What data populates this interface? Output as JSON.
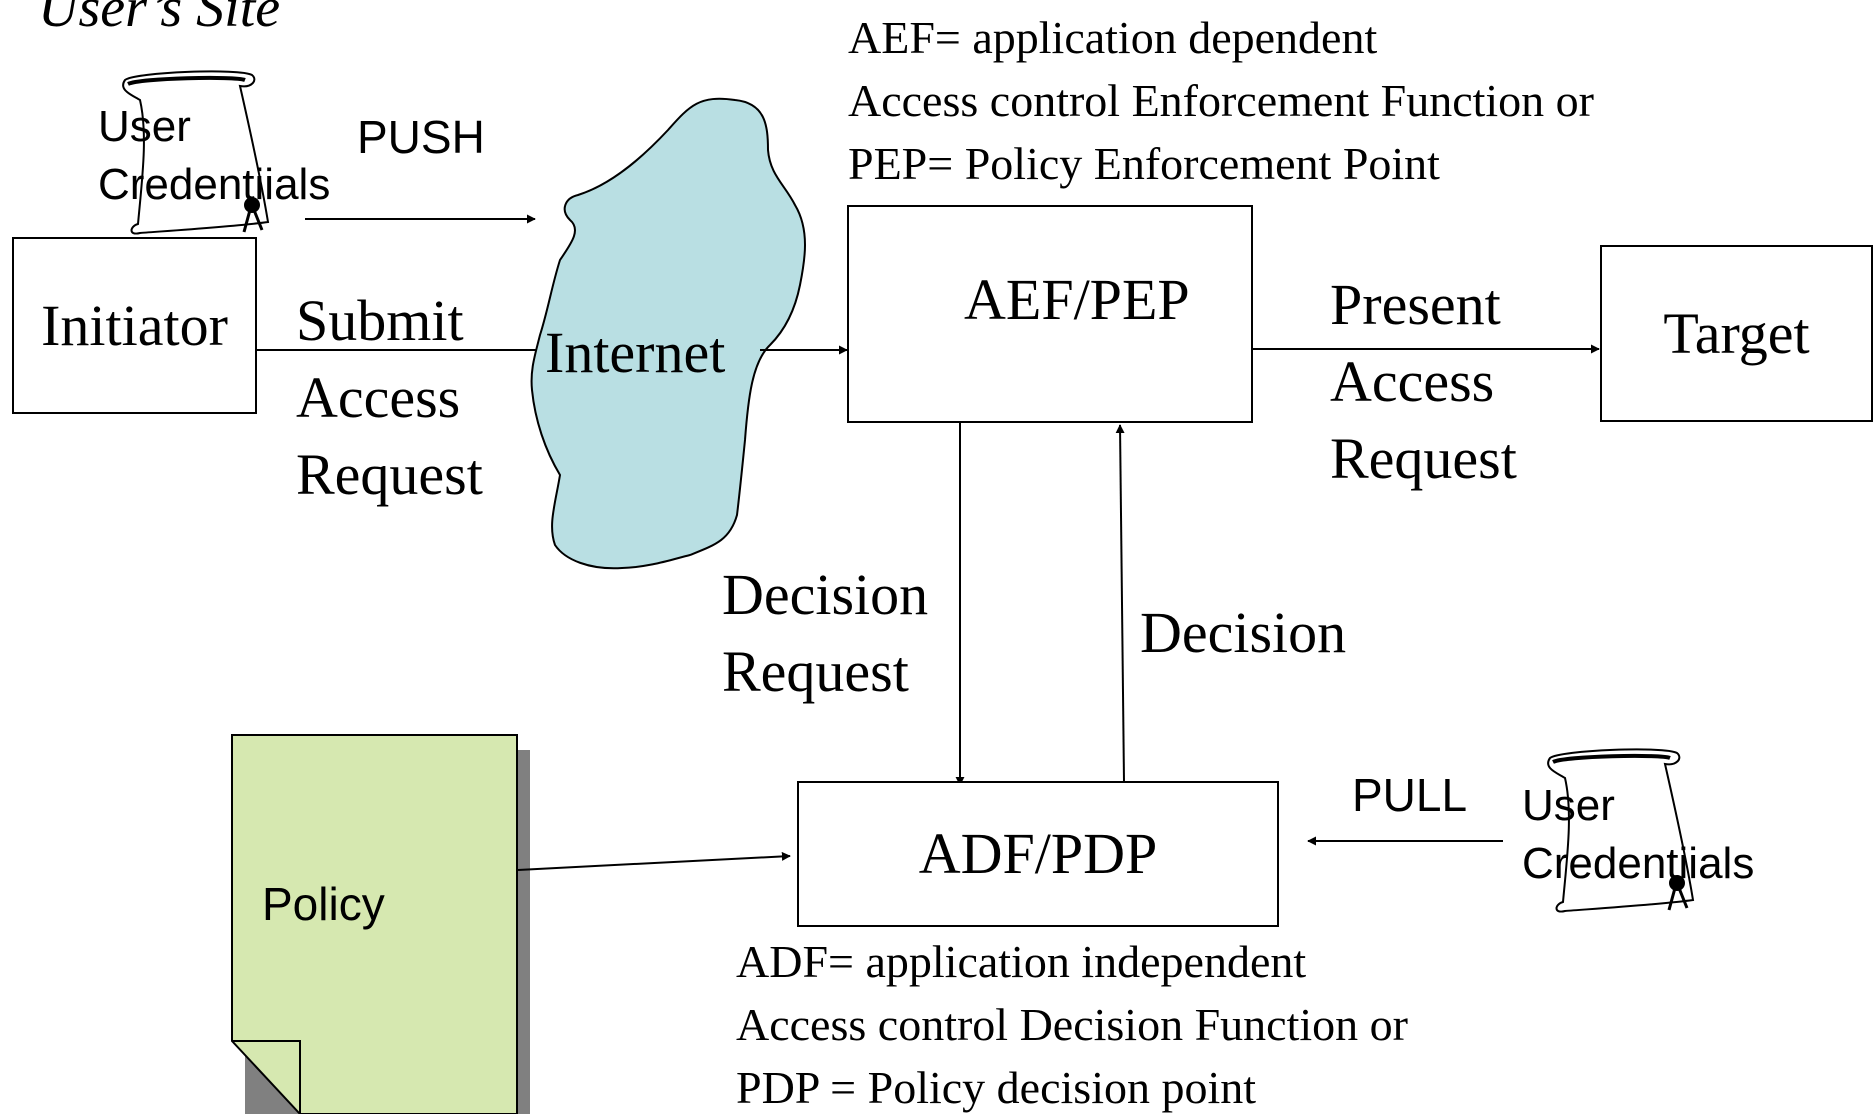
{
  "site_label": "User’s Site",
  "push_label": "PUSH",
  "pull_label": "PULL",
  "credentials_top": {
    "line1": "User",
    "line2": "Credentiials",
    "icon": "scroll-icon"
  },
  "credentials_bottom": {
    "line1": "User",
    "line2": "Credentiials",
    "icon": "scroll-icon"
  },
  "initiator_label": "Initiator",
  "internet_label": "Internet",
  "aef_label": "AEF/PEP",
  "target_label": "Target",
  "adf_label": "ADF/PDP",
  "policy_label": "Policy",
  "submit_request": [
    "Submit",
    "Access",
    "Request"
  ],
  "present_request": [
    "Present",
    "Access",
    "Request"
  ],
  "decision_request": [
    "Decision",
    "Request"
  ],
  "decision_label": "Decision",
  "aef_note": [
    "AEF= application dependent",
    "Access control Enforcement Function or",
    "PEP= Policy Enforcement Point"
  ],
  "adf_note": [
    "ADF= application independent",
    "Access control Decision Function or",
    "PDP = Policy decision point"
  ],
  "colors": {
    "cloud": "#b9dfe3",
    "policy": "#d6e8b0",
    "shadow": "#808080",
    "line": "#000000"
  }
}
